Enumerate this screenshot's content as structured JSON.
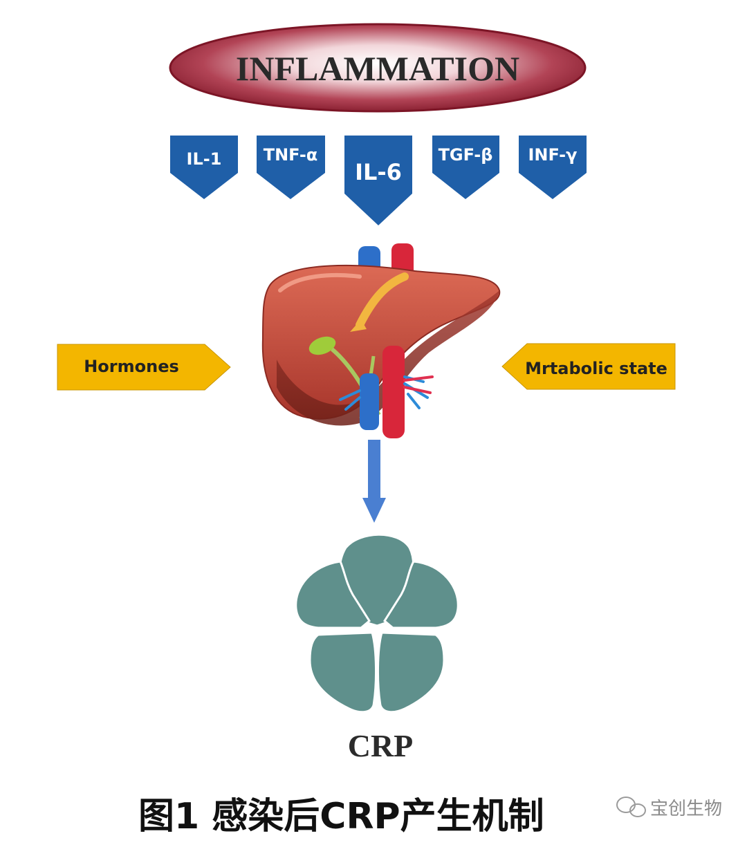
{
  "header": {
    "label": "INFLAMMATION"
  },
  "cytokines": [
    "IL-1",
    "TNF-α",
    "IL-6",
    "TGF-β",
    "INF-γ"
  ],
  "left_input": {
    "label": "Hormones"
  },
  "right_input": {
    "label": "Mrtabolic state"
  },
  "output": {
    "label": "CRP"
  },
  "caption": {
    "text": "图1 感染后CRP产生机制"
  },
  "watermark": {
    "text": "宝创生物"
  },
  "colors": {
    "ellipse": "#8a1e2e",
    "cytokine": "#1f5fa8",
    "input_arrow": "#f3b600",
    "flow_arrow": "#4a7fd1",
    "crp": "#5f908c",
    "liver": "#c0483a"
  }
}
